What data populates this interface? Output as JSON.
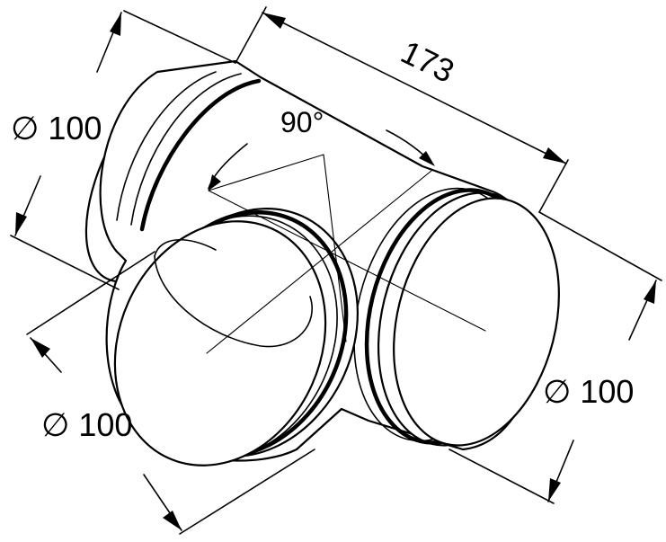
{
  "drawing": {
    "dim_diameter_top_left": "∅ 100",
    "dim_diameter_bottom_left": "∅ 100",
    "dim_diameter_right": "∅ 100",
    "dim_length": "173",
    "dim_angle": "90°",
    "colors": {
      "stroke": "#000000",
      "background": "#ffffff"
    }
  }
}
